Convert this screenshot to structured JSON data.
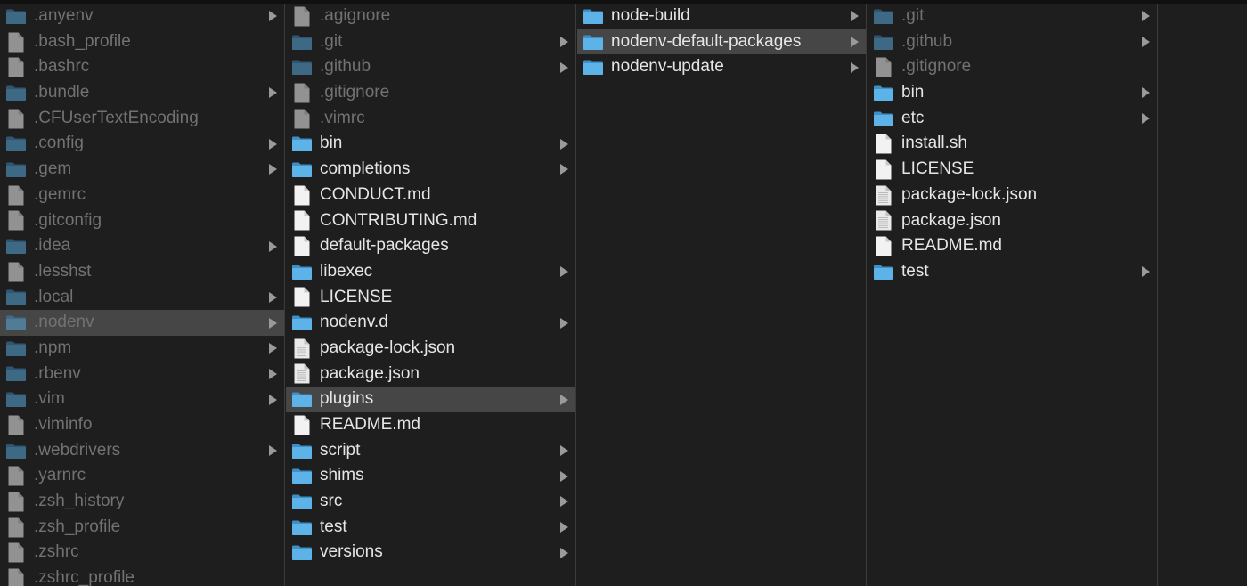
{
  "colors": {
    "background": "#1e1e1f",
    "selected_row": "#464647",
    "folder_blue": "#5db3e8",
    "file_white": "#f2f2f2",
    "text_primary": "#e6e6e6",
    "text_dim": "#727274"
  },
  "columns": [
    {
      "items": [
        {
          "name": ".anyenv",
          "kind": "folder",
          "dim": true,
          "has_children": true,
          "selected": false
        },
        {
          "name": ".bash_profile",
          "kind": "file",
          "dim": true,
          "has_children": false,
          "selected": false
        },
        {
          "name": ".bashrc",
          "kind": "file",
          "dim": true,
          "has_children": false,
          "selected": false
        },
        {
          "name": ".bundle",
          "kind": "folder",
          "dim": true,
          "has_children": true,
          "selected": false
        },
        {
          "name": ".CFUserTextEncoding",
          "kind": "file",
          "dim": true,
          "has_children": false,
          "selected": false
        },
        {
          "name": ".config",
          "kind": "folder",
          "dim": true,
          "has_children": true,
          "selected": false
        },
        {
          "name": ".gem",
          "kind": "folder",
          "dim": true,
          "has_children": true,
          "selected": false
        },
        {
          "name": ".gemrc",
          "kind": "file",
          "dim": true,
          "has_children": false,
          "selected": false
        },
        {
          "name": ".gitconfig",
          "kind": "file",
          "dim": true,
          "has_children": false,
          "selected": false
        },
        {
          "name": ".idea",
          "kind": "folder",
          "dim": true,
          "has_children": true,
          "selected": false
        },
        {
          "name": ".lesshst",
          "kind": "file",
          "dim": true,
          "has_children": false,
          "selected": false
        },
        {
          "name": ".local",
          "kind": "folder",
          "dim": true,
          "has_children": true,
          "selected": false
        },
        {
          "name": ".nodenv",
          "kind": "folder",
          "dim": true,
          "has_children": true,
          "selected": true
        },
        {
          "name": ".npm",
          "kind": "folder",
          "dim": true,
          "has_children": true,
          "selected": false
        },
        {
          "name": ".rbenv",
          "kind": "folder",
          "dim": true,
          "has_children": true,
          "selected": false
        },
        {
          "name": ".vim",
          "kind": "folder",
          "dim": true,
          "has_children": true,
          "selected": false
        },
        {
          "name": ".viminfo",
          "kind": "file",
          "dim": true,
          "has_children": false,
          "selected": false
        },
        {
          "name": ".webdrivers",
          "kind": "folder",
          "dim": true,
          "has_children": true,
          "selected": false
        },
        {
          "name": ".yarnrc",
          "kind": "file",
          "dim": true,
          "has_children": false,
          "selected": false
        },
        {
          "name": ".zsh_history",
          "kind": "file",
          "dim": true,
          "has_children": false,
          "selected": false
        },
        {
          "name": ".zsh_profile",
          "kind": "file",
          "dim": true,
          "has_children": false,
          "selected": false
        },
        {
          "name": ".zshrc",
          "kind": "file",
          "dim": true,
          "has_children": false,
          "selected": false
        },
        {
          "name": ".zshrc_profile",
          "kind": "file",
          "dim": true,
          "has_children": false,
          "selected": false
        }
      ]
    },
    {
      "items": [
        {
          "name": ".agignore",
          "kind": "file",
          "dim": true,
          "has_children": false,
          "selected": false
        },
        {
          "name": ".git",
          "kind": "folder",
          "dim": true,
          "has_children": true,
          "selected": false
        },
        {
          "name": ".github",
          "kind": "folder",
          "dim": true,
          "has_children": true,
          "selected": false
        },
        {
          "name": ".gitignore",
          "kind": "file",
          "dim": true,
          "has_children": false,
          "selected": false
        },
        {
          "name": ".vimrc",
          "kind": "file",
          "dim": true,
          "has_children": false,
          "selected": false
        },
        {
          "name": "bin",
          "kind": "folder",
          "dim": false,
          "has_children": true,
          "selected": false
        },
        {
          "name": "completions",
          "kind": "folder",
          "dim": false,
          "has_children": true,
          "selected": false
        },
        {
          "name": "CONDUCT.md",
          "kind": "file",
          "dim": false,
          "has_children": false,
          "selected": false
        },
        {
          "name": "CONTRIBUTING.md",
          "kind": "file",
          "dim": false,
          "has_children": false,
          "selected": false
        },
        {
          "name": "default-packages",
          "kind": "file",
          "dim": false,
          "has_children": false,
          "selected": false
        },
        {
          "name": "libexec",
          "kind": "folder",
          "dim": false,
          "has_children": true,
          "selected": false
        },
        {
          "name": "LICENSE",
          "kind": "file",
          "dim": false,
          "has_children": false,
          "selected": false
        },
        {
          "name": "nodenv.d",
          "kind": "folder",
          "dim": false,
          "has_children": true,
          "selected": false
        },
        {
          "name": "package-lock.json",
          "kind": "doc",
          "dim": false,
          "has_children": false,
          "selected": false
        },
        {
          "name": "package.json",
          "kind": "doc",
          "dim": false,
          "has_children": false,
          "selected": false
        },
        {
          "name": "plugins",
          "kind": "folder",
          "dim": false,
          "has_children": true,
          "selected": true
        },
        {
          "name": "README.md",
          "kind": "file",
          "dim": false,
          "has_children": false,
          "selected": false
        },
        {
          "name": "script",
          "kind": "folder",
          "dim": false,
          "has_children": true,
          "selected": false
        },
        {
          "name": "shims",
          "kind": "folder",
          "dim": false,
          "has_children": true,
          "selected": false
        },
        {
          "name": "src",
          "kind": "folder",
          "dim": false,
          "has_children": true,
          "selected": false
        },
        {
          "name": "test",
          "kind": "folder",
          "dim": false,
          "has_children": true,
          "selected": false
        },
        {
          "name": "versions",
          "kind": "folder",
          "dim": false,
          "has_children": true,
          "selected": false
        }
      ]
    },
    {
      "items": [
        {
          "name": "node-build",
          "kind": "folder",
          "dim": false,
          "has_children": true,
          "selected": false
        },
        {
          "name": "nodenv-default-packages",
          "kind": "folder",
          "dim": false,
          "has_children": true,
          "selected": true
        },
        {
          "name": "nodenv-update",
          "kind": "folder",
          "dim": false,
          "has_children": true,
          "selected": false
        }
      ]
    },
    {
      "items": [
        {
          "name": ".git",
          "kind": "folder",
          "dim": true,
          "has_children": true,
          "selected": false
        },
        {
          "name": ".github",
          "kind": "folder",
          "dim": true,
          "has_children": true,
          "selected": false
        },
        {
          "name": ".gitignore",
          "kind": "file",
          "dim": true,
          "has_children": false,
          "selected": false
        },
        {
          "name": "bin",
          "kind": "folder",
          "dim": false,
          "has_children": true,
          "selected": false
        },
        {
          "name": "etc",
          "kind": "folder",
          "dim": false,
          "has_children": true,
          "selected": false
        },
        {
          "name": "install.sh",
          "kind": "file",
          "dim": false,
          "has_children": false,
          "selected": false
        },
        {
          "name": "LICENSE",
          "kind": "file",
          "dim": false,
          "has_children": false,
          "selected": false
        },
        {
          "name": "package-lock.json",
          "kind": "doc",
          "dim": false,
          "has_children": false,
          "selected": false
        },
        {
          "name": "package.json",
          "kind": "doc",
          "dim": false,
          "has_children": false,
          "selected": false
        },
        {
          "name": "README.md",
          "kind": "file",
          "dim": false,
          "has_children": false,
          "selected": false
        },
        {
          "name": "test",
          "kind": "folder",
          "dim": false,
          "has_children": true,
          "selected": false
        }
      ]
    },
    {
      "items": []
    }
  ]
}
